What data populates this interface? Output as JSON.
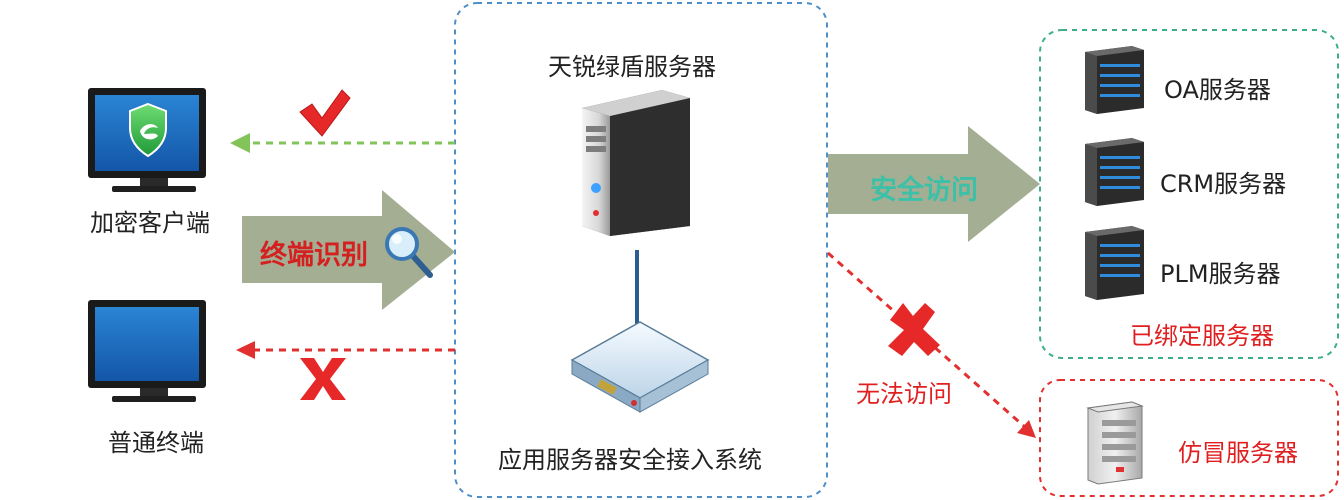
{
  "labels": {
    "encrypted_client": "加密客户端",
    "normal_terminal": "普通终端",
    "terminal_identification": "终端识别",
    "green_shield_server": "天锐绿盾服务器",
    "access_system": "应用服务器安全接入系统",
    "secure_access": "安全访问",
    "oa_server": "OA服务器",
    "crm_server": "CRM服务器",
    "plm_server": "PLM服务器",
    "bound_servers": "已绑定服务器",
    "no_access": "无法访问",
    "fake_server": "仿冒服务器"
  },
  "colors": {
    "blue_dashed": "#4f8fc8",
    "green_dashed": "#3fae86",
    "red_dashed": "#e23030",
    "arrow_fill": "#a4ae92",
    "allow_arrow": "#82c45a",
    "deny_arrow": "#e23030",
    "label_red": "#e02020",
    "secure_text": "#3cc0a8",
    "ident_text": "#d42020"
  },
  "icons": {
    "client_monitor": "monitor-with-shield-icon",
    "normal_monitor": "monitor-icon",
    "check": "check-mark-icon",
    "cross": "cross-mark-icon",
    "magnifier": "magnifier-icon",
    "server": "tower-server-icon",
    "router": "network-device-icon",
    "rack_server": "rack-server-icon",
    "fake_server": "gray-server-icon"
  }
}
